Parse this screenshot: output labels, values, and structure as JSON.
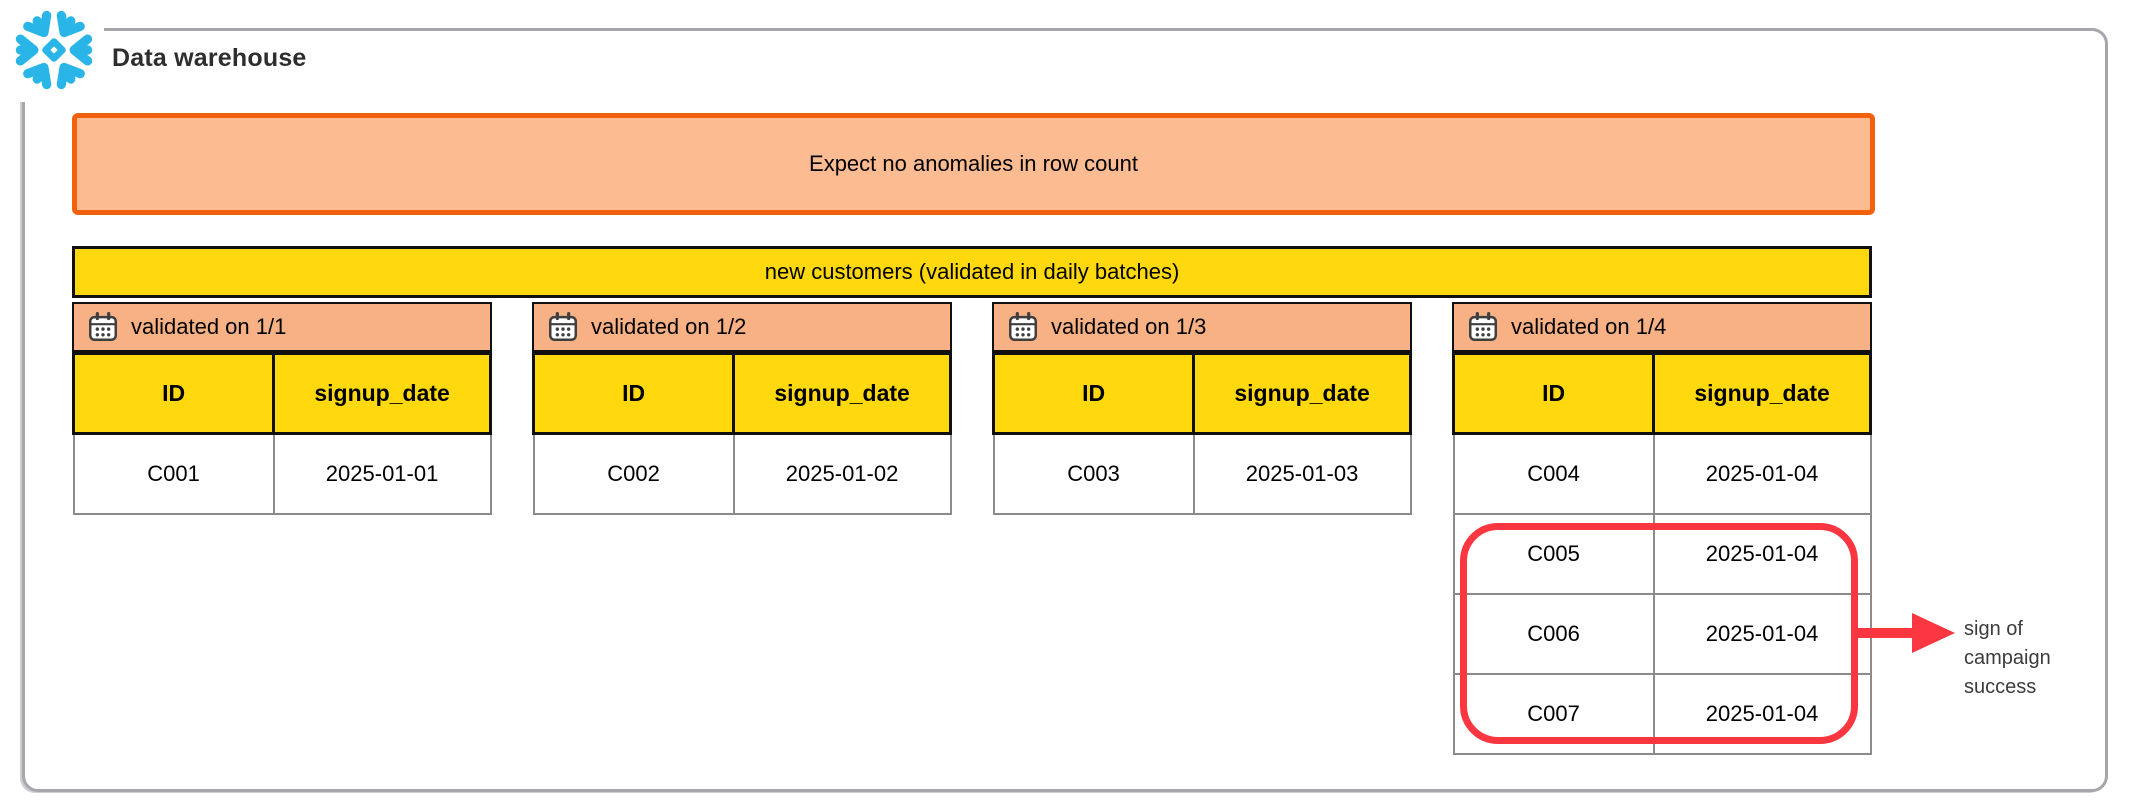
{
  "diagram": {
    "title": "Data warehouse",
    "logo": "snowflake-icon",
    "note_banner": "Expect no anomalies in row count",
    "group_title": "new customers (validated in daily batches)",
    "batches": [
      {
        "icon": "calendar-icon",
        "label": "validated on 1/1",
        "columns": [
          "ID",
          "signup_date"
        ],
        "rows": [
          [
            "C001",
            "2025-01-01"
          ]
        ]
      },
      {
        "icon": "calendar-icon",
        "label": "validated on 1/2",
        "columns": [
          "ID",
          "signup_date"
        ],
        "rows": [
          [
            "C002",
            "2025-01-02"
          ]
        ]
      },
      {
        "icon": "calendar-icon",
        "label": "validated on 1/3",
        "columns": [
          "ID",
          "signup_date"
        ],
        "rows": [
          [
            "C003",
            "2025-01-03"
          ]
        ]
      },
      {
        "icon": "calendar-icon",
        "label": "validated on 1/4",
        "columns": [
          "ID",
          "signup_date"
        ],
        "rows": [
          [
            "C004",
            "2025-01-04"
          ],
          [
            "C005",
            "2025-01-04"
          ],
          [
            "C006",
            "2025-01-04"
          ],
          [
            "C007",
            "2025-01-04"
          ]
        ]
      }
    ],
    "highlight": {
      "batch_label": "validated on 1/4",
      "highlighted_ids": [
        "C005",
        "C006",
        "C007"
      ]
    },
    "annotation": {
      "text": "sign of campaign success",
      "lines": [
        "sign of",
        "campaign",
        "success"
      ]
    },
    "colors": {
      "snowflake_blue": "#29b5e8",
      "note_fill": "#fcbb90",
      "note_border": "#f4610c",
      "yellow": "#ffd90d",
      "batch_header_fill": "#f8b185",
      "highlight_red": "#fa3741",
      "frame_gray": "#a6a6ac",
      "cell_border_gray": "#8b8b8b"
    }
  }
}
